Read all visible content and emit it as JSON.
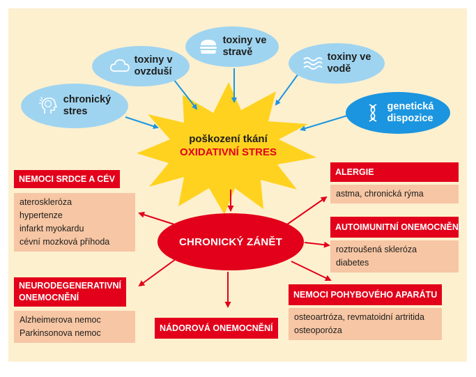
{
  "colors": {
    "background": "#fdf0cf",
    "bubble": "#9fd4f0",
    "bubble_dark": "#1b95df",
    "star": "#ffd21f",
    "red": "#e2001a",
    "list_bg": "#f7c6a4",
    "arrow_blue": "#1b95df"
  },
  "causes": [
    {
      "id": "stress",
      "icon": "brain-head-icon",
      "lines": [
        "chronický",
        "stres"
      ]
    },
    {
      "id": "air",
      "icon": "cloud-icon",
      "lines": [
        "toxiny v",
        "ovzduší"
      ]
    },
    {
      "id": "food",
      "icon": "burger-icon",
      "lines": [
        "toxiny ve",
        "stravě"
      ]
    },
    {
      "id": "water",
      "icon": "waves-icon",
      "lines": [
        "toxiny ve",
        "vodě"
      ]
    },
    {
      "id": "genetic",
      "icon": "dna-icon",
      "lines": [
        "genetická",
        "dispozice"
      ]
    }
  ],
  "center": {
    "line1": "poškození tkání",
    "line2": "OXIDATIVNÍ STRES"
  },
  "inflammation": {
    "label": "CHRONICKÝ ZÁNĚT"
  },
  "diseases": {
    "heart": {
      "title": "NEMOCI SRDCE A CÉV",
      "items": [
        "ateroskleróza",
        "hypertenze",
        "infarkt myokardu",
        "cévní mozková příhoda"
      ]
    },
    "neuro": {
      "title_lines": [
        "NEURODEGENERATIVNÍ",
        "ONEMOCNĚNÍ"
      ],
      "items": [
        "Alzheimerova nemoc",
        "Parkinsonova nemoc"
      ]
    },
    "tumor": {
      "title": "NÁDOROVÁ ONEMOCNĚNÍ"
    },
    "allergy": {
      "title": "ALERGIE",
      "items": [
        "astma, chronická rýma"
      ]
    },
    "autoimmune": {
      "title": "AUTOIMUNITNÍ ONEMOCNĚNÍ",
      "items": [
        "roztroušená skleróza",
        "diabetes"
      ]
    },
    "musculo": {
      "title": "NEMOCI POHYBOVÉHO APARÁTU",
      "items": [
        "osteoartróza, revmatoidní artritida",
        "osteoporóza"
      ]
    }
  }
}
